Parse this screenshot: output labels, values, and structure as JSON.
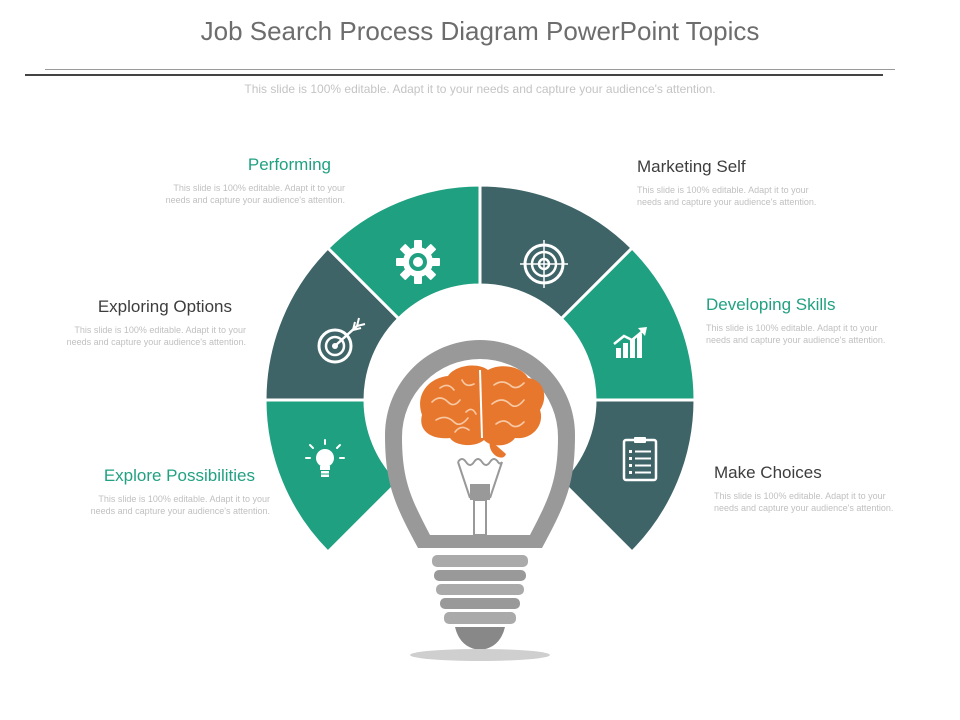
{
  "header": {
    "title": "Job Search Process Diagram PowerPoint Topics",
    "subtitle": "This slide is 100% editable. Adapt it to your needs and capture your audience's attention."
  },
  "colors": {
    "teal": "#1fa080",
    "slate": "#3e6468",
    "brain": "#e8772e",
    "bulb": "#999999",
    "teal_text": "#22a182",
    "dark_text": "#3d3d3d"
  },
  "segments": [
    {
      "title": "Performing",
      "icon": "gear-icon",
      "body": "This slide is 100% editable. Adapt it to your needs and capture your audience's attention."
    },
    {
      "title": "Marketing Self",
      "icon": "target-icon",
      "body": "This slide is 100% editable. Adapt it to your needs and capture your audience's attention."
    },
    {
      "title": "Exploring Options",
      "icon": "dart-target-icon",
      "body": "This slide is 100% editable. Adapt it to your needs and capture your audience's attention."
    },
    {
      "title": "Developing Skills",
      "icon": "growth-chart-icon",
      "body": "This slide is 100% editable. Adapt it to your needs and capture your audience's attention."
    },
    {
      "title": "Explore Possibilities",
      "icon": "lightbulb-icon",
      "body": "This slide is 100% editable. Adapt it to your needs and capture your audience's attention."
    },
    {
      "title": "Make Choices",
      "icon": "clipboard-icon",
      "body": "This slide is 100% editable. Adapt it to your needs and capture your audience's attention."
    }
  ],
  "center_icons": [
    "brain-icon",
    "lightbulb-outline-icon"
  ]
}
